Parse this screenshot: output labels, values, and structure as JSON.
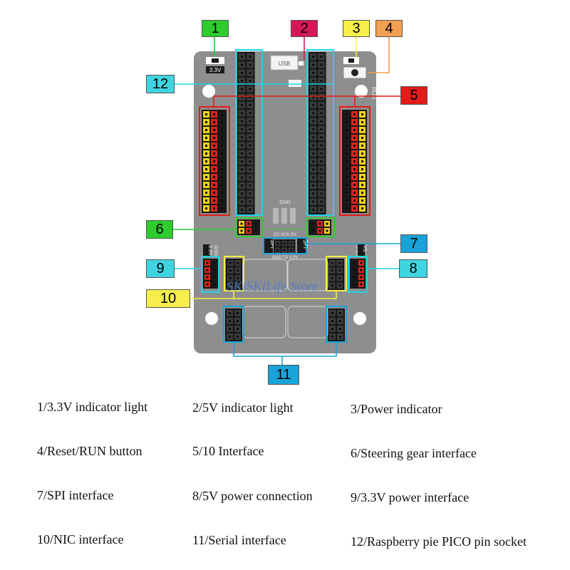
{
  "callouts": [
    {
      "num": "1",
      "color": "#2ecc2e"
    },
    {
      "num": "2",
      "color": "#d6185a"
    },
    {
      "num": "3",
      "color": "#f6ee4a"
    },
    {
      "num": "4",
      "color": "#f0a050"
    },
    {
      "num": "5",
      "color": "#e21b1b"
    },
    {
      "num": "6",
      "color": "#2ecc2e"
    },
    {
      "num": "7",
      "color": "#1aa3d8"
    },
    {
      "num": "8",
      "color": "#3fd4e0"
    },
    {
      "num": "9",
      "color": "#3fd4e0"
    },
    {
      "num": "10",
      "color": "#f6ee4a"
    },
    {
      "num": "11",
      "color": "#1aa3d8"
    },
    {
      "num": "12",
      "color": "#3fd4e0"
    }
  ],
  "board_labels": {
    "v33_top": "3.3V",
    "usb": "USB",
    "run": "RUN",
    "spi_left": "SPI",
    "spi_right": "SPI",
    "spi_pins": "CS SCK RX",
    "spi_power": "GND TX 3.3V",
    "gnd_mid": "GND",
    "v33_left": "3.3V",
    "gnd_left": "GND",
    "vs_right": "VS",
    "gnd_right": "GND"
  },
  "watermark": "SKiSKiLife Store",
  "legend": [
    "1/3.3V indicator light",
    "2/5V indicator light",
    "3/Power indicator",
    "4/Reset/RUN button",
    "5/10 Interface",
    "6/Steering gear interface",
    "7/SPI interface",
    "8/5V power connection",
    "9/3.3V power interface",
    "10/NIC interface",
    "11/Serial interface",
    "12/Raspberry pie PICO pin socket"
  ],
  "colors": {
    "board": "#8e8e8e",
    "header_black": "#161616",
    "pin_yellow": "#f4d21b",
    "pin_red": "#d8261e",
    "pin_black": "#1a1a1a",
    "cyan": "#1fd4e6",
    "red": "#e21b1b",
    "green": "#2ecc2e",
    "yellow": "#f6ee4a",
    "blue": "#1aa3d8"
  }
}
